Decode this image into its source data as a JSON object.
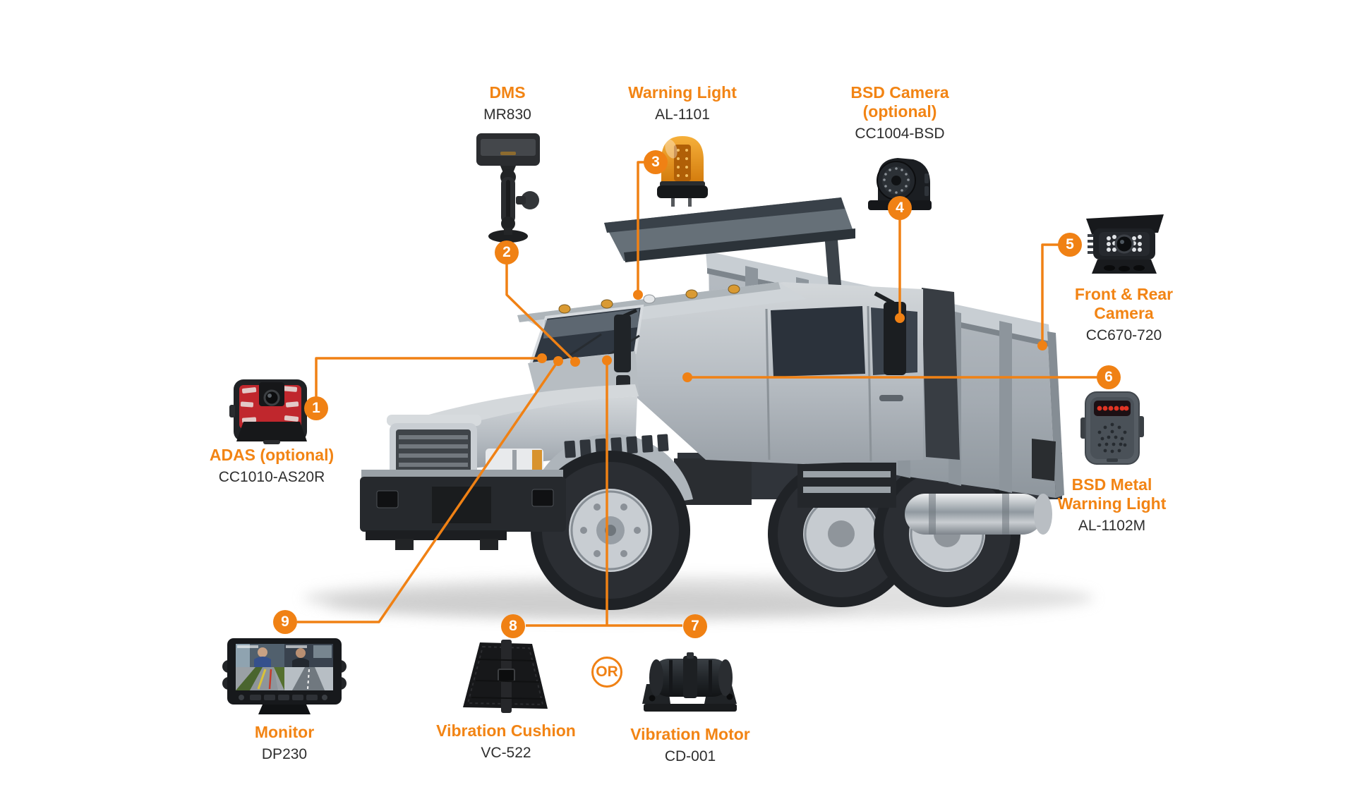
{
  "colors": {
    "accent": "#F08114",
    "title_orange": "#F28414",
    "model_text": "#2E2E2E",
    "truck_body": "#B9BFC5",
    "truck_dark": "#2B2E32"
  },
  "diagram": {
    "or_label": "OR",
    "products": [
      {
        "num": "1",
        "title": "ADAS (optional)",
        "model": "CC1010-AS20R"
      },
      {
        "num": "2",
        "title": "DMS",
        "model": "MR830"
      },
      {
        "num": "3",
        "title": "Warning Light",
        "model": "AL-1101"
      },
      {
        "num": "4",
        "title": "BSD Camera (optional)",
        "model": "CC1004-BSD"
      },
      {
        "num": "5",
        "title": "Front & Rear Camera",
        "model": "CC670-720"
      },
      {
        "num": "6",
        "title": "BSD Metal Warning Light",
        "model": "AL-1102M"
      },
      {
        "num": "7",
        "title": "Vibration Motor",
        "model": "CD-001"
      },
      {
        "num": "8",
        "title": "Vibration Cushion",
        "model": "VC-522"
      },
      {
        "num": "9",
        "title": "Monitor",
        "model": "DP230"
      }
    ]
  }
}
